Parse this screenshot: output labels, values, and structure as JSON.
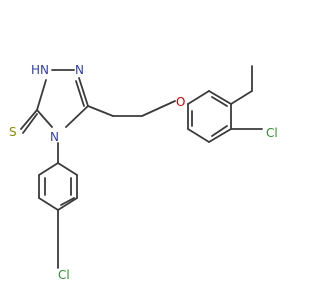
{
  "molecule": {
    "atom_labels": {
      "nh": "H",
      "n_nh": "N",
      "n_right": "N",
      "n_bottom": "N",
      "s": "S",
      "o": "O",
      "cl_left": "Cl",
      "cl_right": "Cl"
    },
    "colors": {
      "bond": "#3a3a3a",
      "nitrogen": "#2e3fa7",
      "sulfur": "#8b8b00",
      "oxygen": "#d00000",
      "chlorine": "#2f8f2f"
    }
  }
}
